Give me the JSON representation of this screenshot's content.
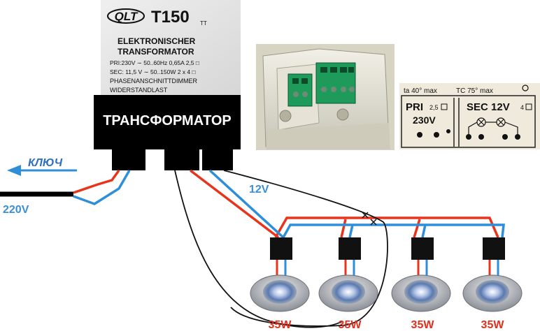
{
  "label_plate": {
    "logo": "QLT",
    "model": "T150",
    "model_suffix": "TT",
    "lines": [
      "ELEKTRONISCHER",
      "TRANSFORMATOR",
      "PRI:230V ∼ 50..60Hz 0,65A 2,5 □",
      "SEC: 11,5 V ∼ 50..150W  2 x 4 □",
      "PHASENANSCHNITTDIMMER",
      "WIDERSTANDLAST"
    ]
  },
  "transformer": {
    "title": "ТРАНСФОРМАТОР"
  },
  "wiring": {
    "key_label": "КЛЮЧ",
    "input_voltage": "220V",
    "output_voltage": "12V"
  },
  "spec_plate": {
    "ta_label": "ta 40° max",
    "tc_label": "TC 75° max",
    "pri_label": "PRI",
    "pri_gauge": "2,5",
    "pri_voltage": "230V",
    "sec_label": "SEC 12V",
    "sec_gauge": "4"
  },
  "lamps": [
    {
      "power": "35W"
    },
    {
      "power": "35W"
    },
    {
      "power": "35W"
    },
    {
      "power": "35W"
    }
  ],
  "colors": {
    "wire_phase": "#e8341c",
    "wire_neutral": "#2e8fd8",
    "wire_ground": "#111111",
    "label_blue": "#3b8fd6",
    "label_red": "#e0301c"
  }
}
